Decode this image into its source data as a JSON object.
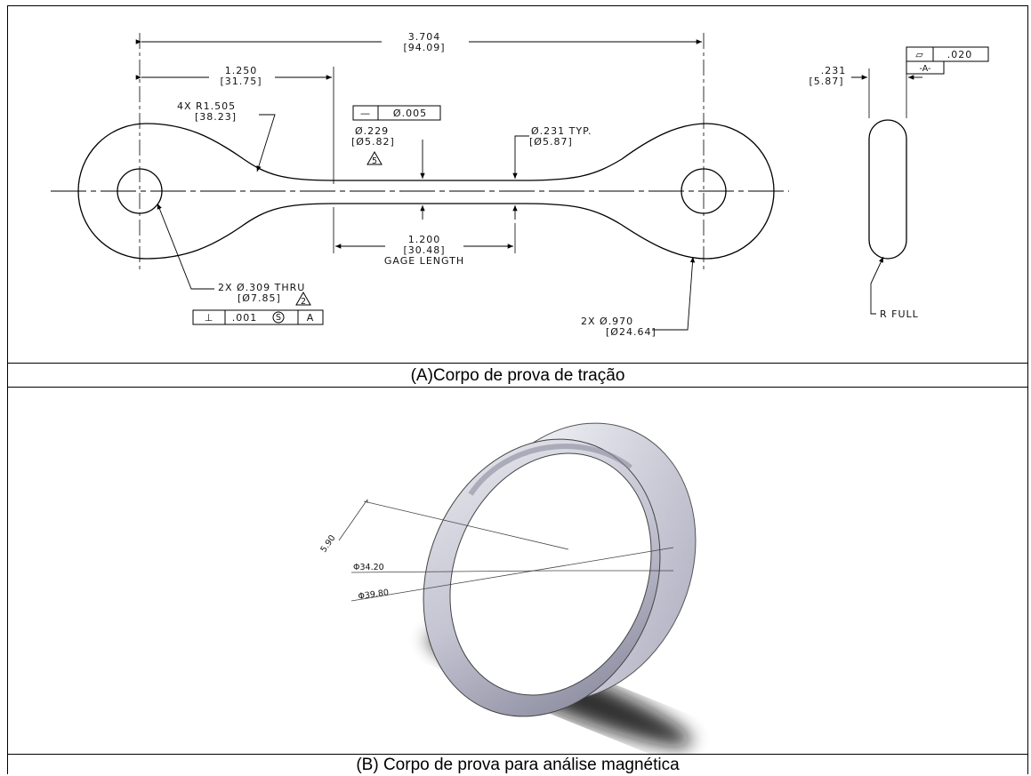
{
  "figure_a": {
    "caption": "(A)Corpo de prova de tração",
    "overall_length": "3.704",
    "overall_length_mm": "[94.09]",
    "end_to_center": "1.250",
    "end_to_center_mm": "[31.75]",
    "radius": "4X R1.505",
    "radius_mm": "[38.23]",
    "straightness_tol_symbol": "—",
    "straightness_tol_value": "Ø.005",
    "center_diameter": "Ø.229",
    "center_diameter_mm": "[Ø5.82]",
    "center_note_flag": "5",
    "typ_diameter": "Ø.231 TYP.",
    "typ_diameter_mm": "[Ø5.87]",
    "gage_length": "1.200",
    "gage_length_mm": "[30.48]",
    "gage_label": "GAGE LENGTH",
    "hole_dia": "2X Ø.309 THRU",
    "hole_dia_mm": "[Ø7.85]",
    "hole_note_flag": "2",
    "perp_tol_symbol": "⊥",
    "perp_tol_value": ".001",
    "perp_tol_modifier": "S",
    "perp_tol_datum": "A",
    "end_dia": "2X Ø.970",
    "end_dia_mm": "[Ø24.64]",
    "thickness": ".231",
    "thickness_mm": "[5.87]",
    "flatness_tol_symbol": "▱",
    "flatness_tol_value": ".020",
    "datum_label": "-A-",
    "edge_radius": "R FULL"
  },
  "figure_b": {
    "caption": "(B) Corpo de prova para análise magnética",
    "width_dim": "5.90",
    "inner_dia": "Φ34.20",
    "outer_dia": "Φ39.80"
  },
  "colors": {
    "line": "#000000",
    "ring_light": "#f2f2f6",
    "ring_mid": "#c9c9d6",
    "ring_dark": "#8e8ea0",
    "shadow": "#111111"
  }
}
